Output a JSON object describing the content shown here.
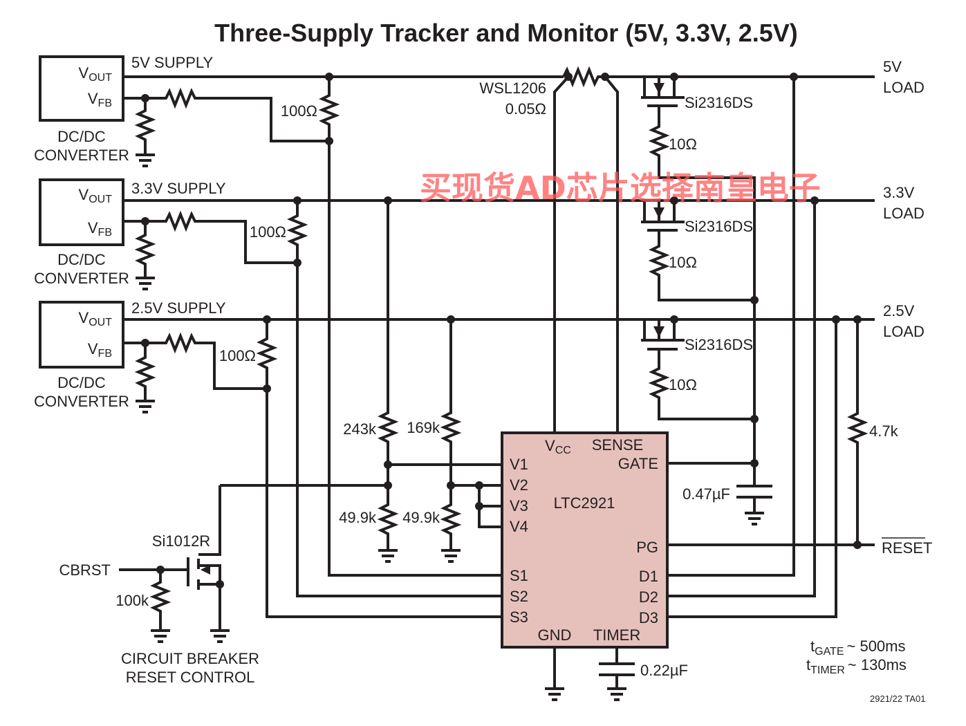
{
  "title": "Three-Supply Tracker and Monitor (5V, 3.3V, 2.5V)",
  "watermark": "买现货AD芯片选择南皇电子",
  "converters": [
    {
      "vout": "V",
      "vout_sub": "OUT",
      "vfb": "V",
      "vfb_sub": "FB",
      "label1": "DC/DC",
      "label2": "CONVERTER",
      "supply": "5V SUPPLY",
      "series_res": "100Ω"
    },
    {
      "vout": "V",
      "vout_sub": "OUT",
      "vfb": "V",
      "vfb_sub": "FB",
      "label1": "DC/DC",
      "label2": "CONVERTER",
      "supply": "3.3V SUPPLY",
      "series_res": "100Ω"
    },
    {
      "vout": "V",
      "vout_sub": "OUT",
      "vfb": "V",
      "vfb_sub": "FB",
      "label1": "DC/DC",
      "label2": "CONVERTER",
      "supply": "2.5V SUPPLY",
      "series_res": "100Ω"
    }
  ],
  "sense_resistor": {
    "part": "WSL1206",
    "value": "0.05Ω"
  },
  "mosfets": [
    {
      "part": "Si2316DS",
      "gate_res": "10Ω"
    },
    {
      "part": "Si2316DS",
      "gate_res": "10Ω"
    },
    {
      "part": "Si2316DS",
      "gate_res": "10Ω"
    }
  ],
  "loads": [
    {
      "line1": "5V",
      "line2": "LOAD"
    },
    {
      "line1": "3.3V",
      "line2": "LOAD"
    },
    {
      "line1": "2.5V",
      "line2": "LOAD"
    }
  ],
  "dividers": {
    "r_top_1": "243k",
    "r_top_2": "169k",
    "r_bot_1": "49.9k",
    "r_bot_2": "49.9k"
  },
  "ic": {
    "name": "LTC2921",
    "vcc": "V",
    "vcc_sub": "CC",
    "sense": "SENSE",
    "gate": "GATE",
    "left_pins": [
      "V1",
      "V2",
      "V3",
      "V4",
      "S1",
      "S2",
      "S3"
    ],
    "right_pins": [
      "PG",
      "D1",
      "D2",
      "D3"
    ],
    "gnd": "GND",
    "timer": "TIMER"
  },
  "gate_cap": "0.47µF",
  "timer_cap": "0.22µF",
  "pullup": "4.7k",
  "reset_label": "RESET",
  "breaker": {
    "mosfet": "Si1012R",
    "input": "CBRST",
    "res": "100k",
    "caption1": "CIRCUIT BREAKER",
    "caption2": "RESET CONTROL"
  },
  "timing": {
    "gate_t": "t",
    "gate_sub": "GATE",
    "gate_val": "~ 500ms",
    "timer_t": "t",
    "timer_sub": "TIMER",
    "timer_val": "~ 130ms"
  },
  "figure_id": "2921/22 TA01"
}
